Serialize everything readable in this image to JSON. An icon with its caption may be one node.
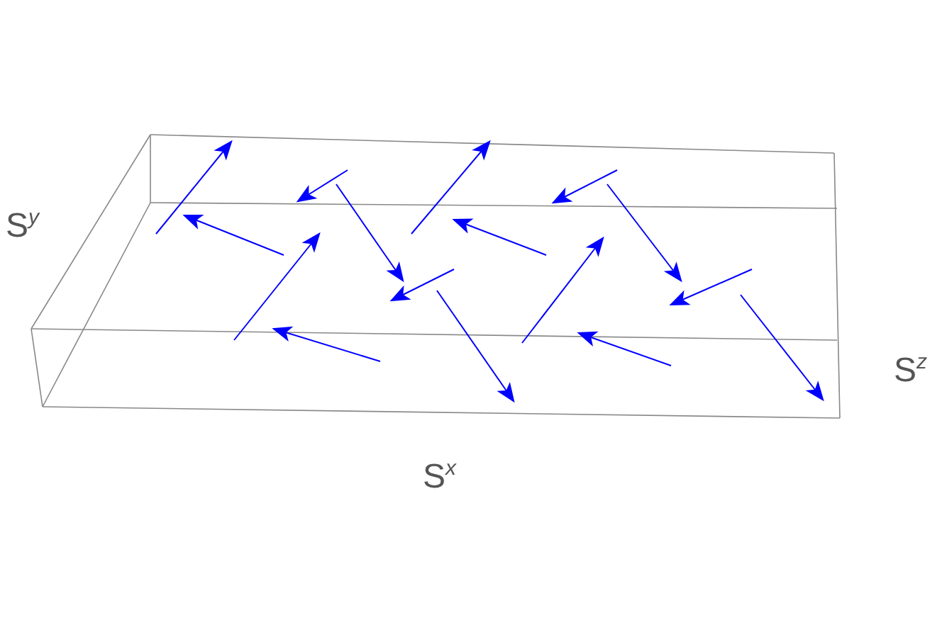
{
  "diagram": {
    "labels": [
      "S$^{y}$",
      "S$^{x}$",
      "S$^{z}$"
    ]
  }
}
